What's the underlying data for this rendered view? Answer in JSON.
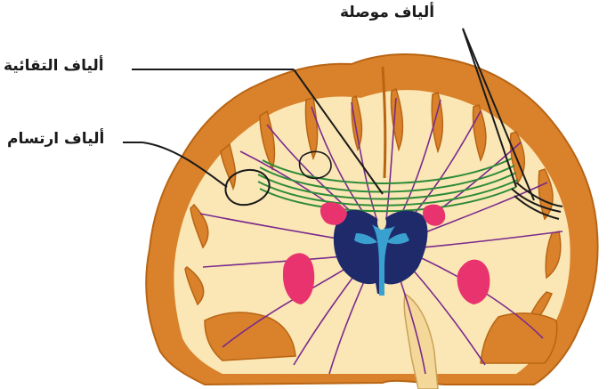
{
  "labels": {
    "connecting_fibers": "ألياف موصلة",
    "commissural_fibers": "ألياف التقائية",
    "projection_fibers": "ألياف ارتسام"
  },
  "colors": {
    "cortex": "#d9822b",
    "cortex_edge": "#b86413",
    "white_matter": "#fbe7b5",
    "projection": "#7a2a8c",
    "commissural": "#2e8b3a",
    "ventricle_dark": "#1f2a6b",
    "ventricle_light": "#3aa0d0",
    "nuclei": "#e8336e",
    "leader": "#1a1a1a"
  }
}
